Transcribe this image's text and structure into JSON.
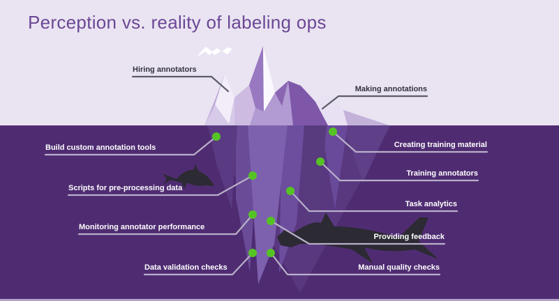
{
  "title": "Perception vs. reality of labeling ops",
  "colors": {
    "sky": "#eae4f2",
    "water": "#4f2c72",
    "water_footer_line": "#b2a3ca",
    "title_text": "#6b4795",
    "label_dark": "#33323e",
    "label_light": "#ffffff",
    "connector_above": "#5c5b67",
    "connector_below": "#b9b0c9",
    "dot_green": "#56c325"
  },
  "above_water_labels": [
    {
      "id": "hiring-annotators",
      "text": "Hiring annotators"
    },
    {
      "id": "making-annotations",
      "text": "Making annotations"
    }
  ],
  "below_water_labels": [
    {
      "id": "build-custom-annotation-tools",
      "text": "Build custom annotation tools"
    },
    {
      "id": "scripts-for-pre-processing-data",
      "text": "Scripts for pre-processing data"
    },
    {
      "id": "monitoring-annotator-performance",
      "text": "Monitoring annotator performance"
    },
    {
      "id": "data-validation-checks",
      "text": "Data validation checks"
    },
    {
      "id": "creating-training-material",
      "text": "Creating training material"
    },
    {
      "id": "training-annotators",
      "text": "Training annotators"
    },
    {
      "id": "task-analytics",
      "text": "Task analytics"
    },
    {
      "id": "providing-feedback",
      "text": "Providing feedback"
    },
    {
      "id": "manual-quality-checks",
      "text": "Manual quality checks"
    }
  ],
  "decor": {
    "iceberg": "low-poly iceberg, tip above water, mass below water",
    "birds": "white bird silhouettes in sky",
    "sharks": "two dark shark silhouettes underwater"
  }
}
